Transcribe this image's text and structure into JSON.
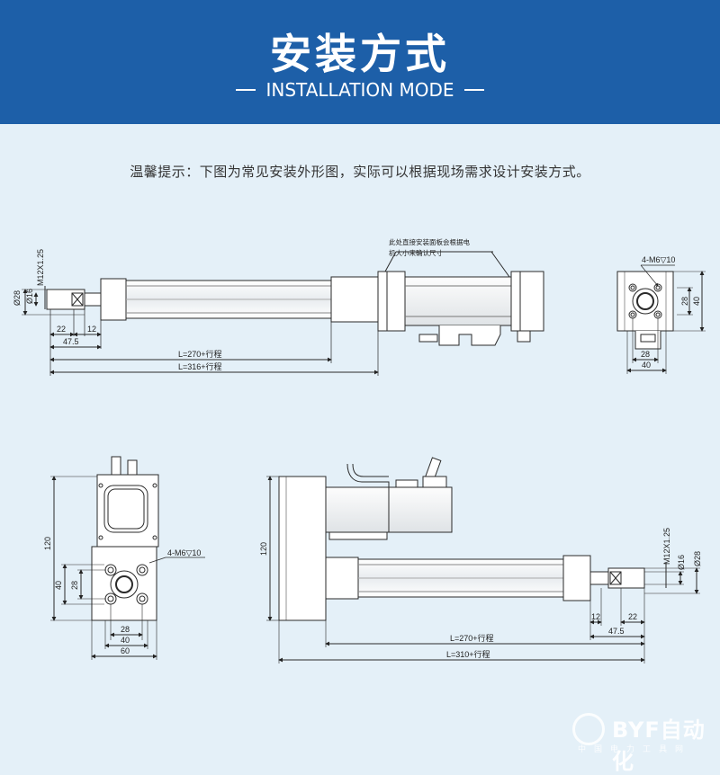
{
  "header": {
    "title": "安装方式",
    "subtitle": "INSTALLATION MODE"
  },
  "tip": "温馨提示：下图为常见安装外形图，实际可以根据现场需求设计安装方式。",
  "drawing_top": {
    "note_line1": "此处直接安装面板会根据电",
    "note_line2": "机大小来确认尺寸",
    "dims": {
      "d28": "Ø28",
      "d16": "Ø16",
      "m12": "M12X1.25",
      "d22": "22",
      "d12": "12",
      "d47": "47.5",
      "l270": "L=270+行程",
      "l316": "L=316+行程"
    }
  },
  "end_view_top": {
    "holes": "4-M6▽10",
    "d28": "28",
    "d40": "40",
    "w28": "28",
    "w40": "40"
  },
  "end_view_bottom": {
    "h120": "120",
    "holes": "4-M6▽10",
    "d40": "40",
    "d28": "28",
    "w28": "28",
    "w40": "40",
    "w60": "60"
  },
  "drawing_bottom": {
    "h120": "120",
    "m12": "M12X1.25",
    "d16": "Ø16",
    "d28": "Ø28",
    "d12": "12",
    "d22": "22",
    "d47": "47.5",
    "l270": "L=270+行程",
    "l310": "L=310+行程"
  },
  "watermark": {
    "brand": "BYF自动化",
    "sub": "中国电力工具网"
  },
  "colors": {
    "banner": "#1d5fa8",
    "background": "#e4f0f8",
    "line": "#2a2a2a"
  }
}
